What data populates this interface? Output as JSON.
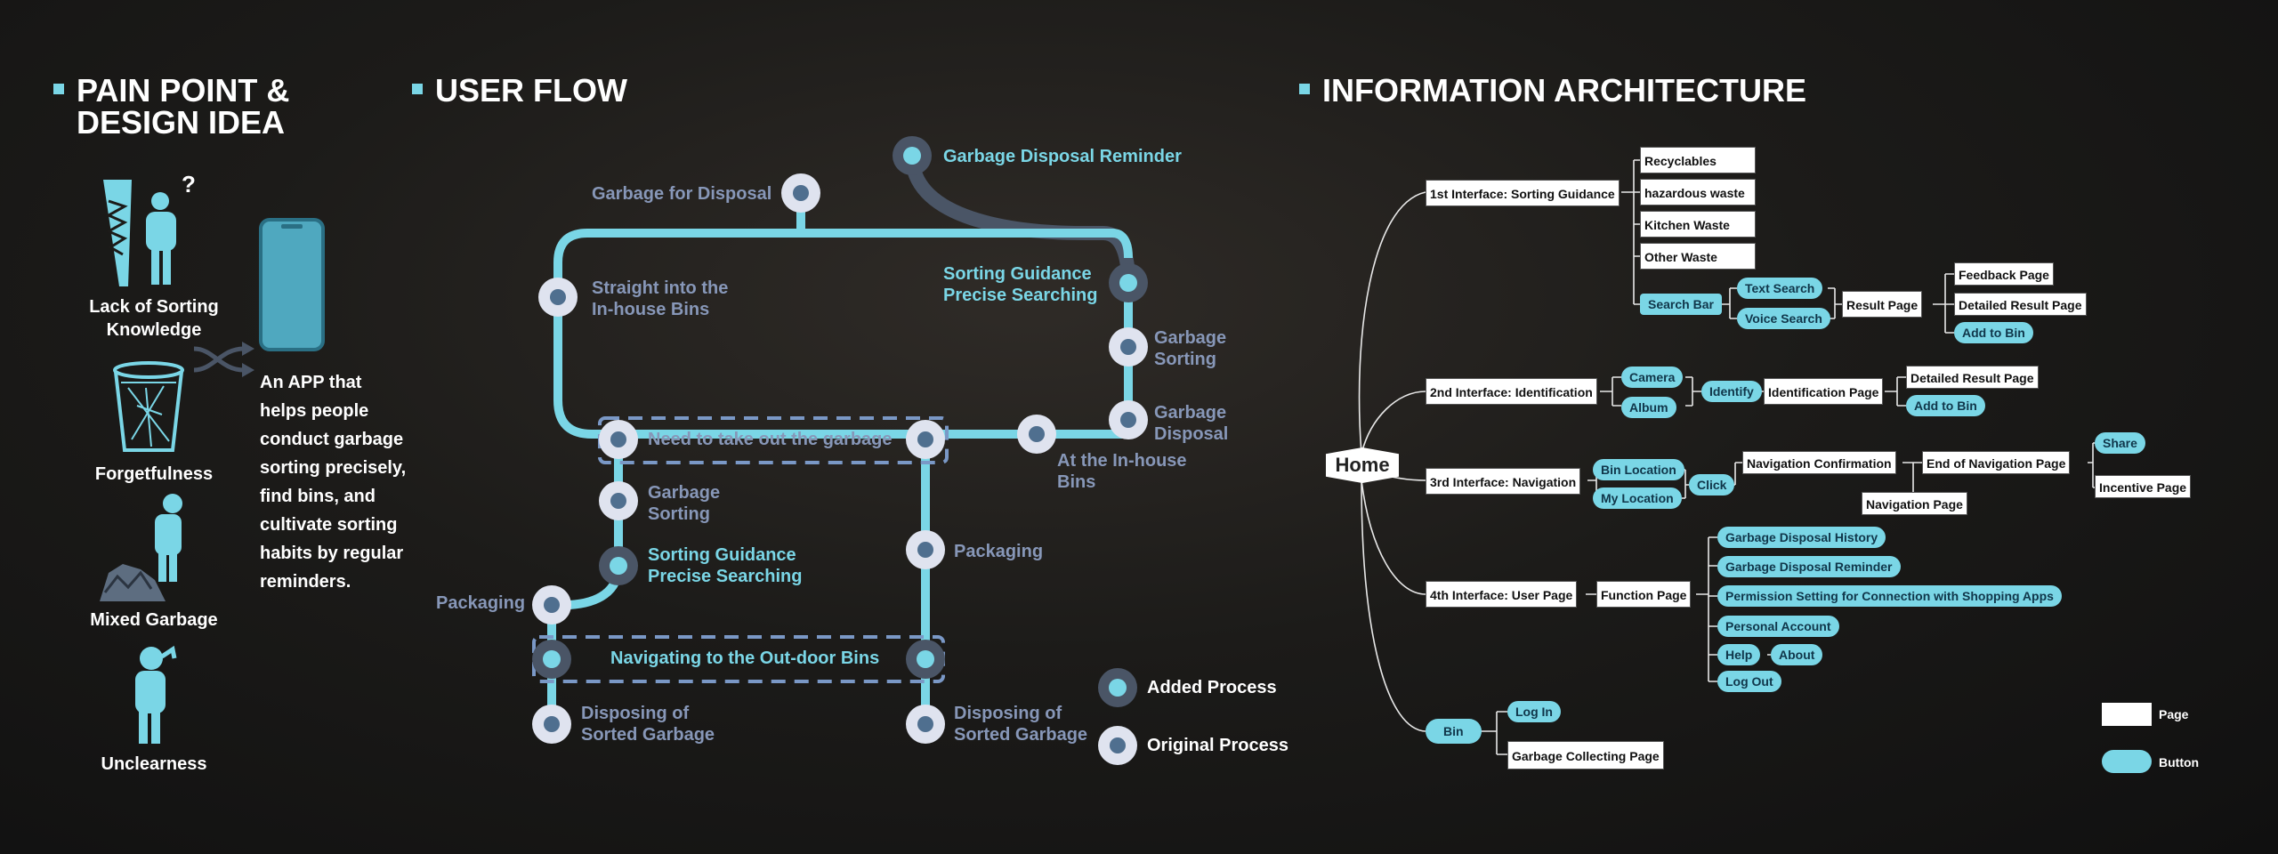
{
  "sections": {
    "pain_point_title": "PAIN POINT & DESIGN IDEA",
    "user_flow_title": "USER FLOW",
    "ia_title": "INFORMATION ARCHITECTURE"
  },
  "pain_points": [
    "Lack of Sorting Knowledge",
    "Forgetfulness",
    "Mixed Garbage",
    "Unclearness"
  ],
  "design_idea": "An APP that helps people conduct garbage sorting precisely, find bins, and cultivate sorting habits by regular reminders.",
  "user_flow": {
    "garbage_for_disposal": "Garbage for Disposal",
    "reminder": "Garbage Disposal Reminder",
    "straight_into_bins": "Straight into the In-house Bins",
    "sorting_guidance_1": "Sorting Guidance Precise Searching",
    "garbage_sorting_r": "Garbage Sorting",
    "garbage_disposal_r": "Garbage Disposal",
    "need_take_out": "Need to take out the garbage",
    "at_inhouse_bins": "At the In-house Bins",
    "garbage_sorting_l": "Garbage Sorting",
    "sorting_guidance_2": "Sorting Guidance Precise Searching",
    "packaging_left": "Packaging",
    "packaging_mid": "Packaging",
    "navigating": "Navigating to the Out-door Bins",
    "disposing_1": "Disposing of Sorted Garbage",
    "disposing_2": "Disposing of Sorted Garbage",
    "legend_added": "Added Process",
    "legend_original": "Original Process"
  },
  "ia": {
    "home": "Home",
    "i1": "1st Interface: Sorting Guidance",
    "recyclables": "Recyclables",
    "hazardous": "hazardous waste",
    "kitchen": "Kitchen Waste",
    "other": "Other Waste",
    "search_bar": "Search Bar",
    "text_search": "Text Search",
    "voice_search": "Voice Search",
    "result_page": "Result Page",
    "feedback_page": "Feedback Page",
    "detailed_result_1": "Detailed Result Page",
    "add_to_bin_1": "Add to Bin",
    "i2": "2nd Interface: Identification",
    "camera": "Camera",
    "album": "Album",
    "identify": "Identify",
    "identification_page": "Identification Page",
    "detailed_result_2": "Detailed Result Page",
    "add_to_bin_2": "Add to Bin",
    "i3": "3rd Interface: Navigation",
    "bin_location": "Bin Location",
    "my_location": "My Location",
    "click": "Click",
    "nav_confirmation": "Navigation Confirmation",
    "navigation_page": "Navigation Page",
    "end_of_nav": "End of Navigation Page",
    "share": "Share",
    "incentive": "Incentive Page",
    "i4": "4th Interface: User Page",
    "function_page": "Function Page",
    "history": "Garbage Disposal History",
    "reminder": "Garbage Disposal Reminder",
    "permission": "Permission Setting for Connection with Shopping Apps",
    "personal": "Personal Account",
    "help": "Help",
    "about": "About",
    "logout": "Log Out",
    "bin": "Bin",
    "login": "Log In",
    "collecting": "Garbage Collecting Page",
    "legend_page": "Page",
    "legend_button": "Button"
  },
  "colors": {
    "accent": "#7ad6e6",
    "grey_text": "#8797b8",
    "dark_line": "#4a5566",
    "node_light": "#dfe3ef",
    "node_center": "#4f6f8f"
  }
}
